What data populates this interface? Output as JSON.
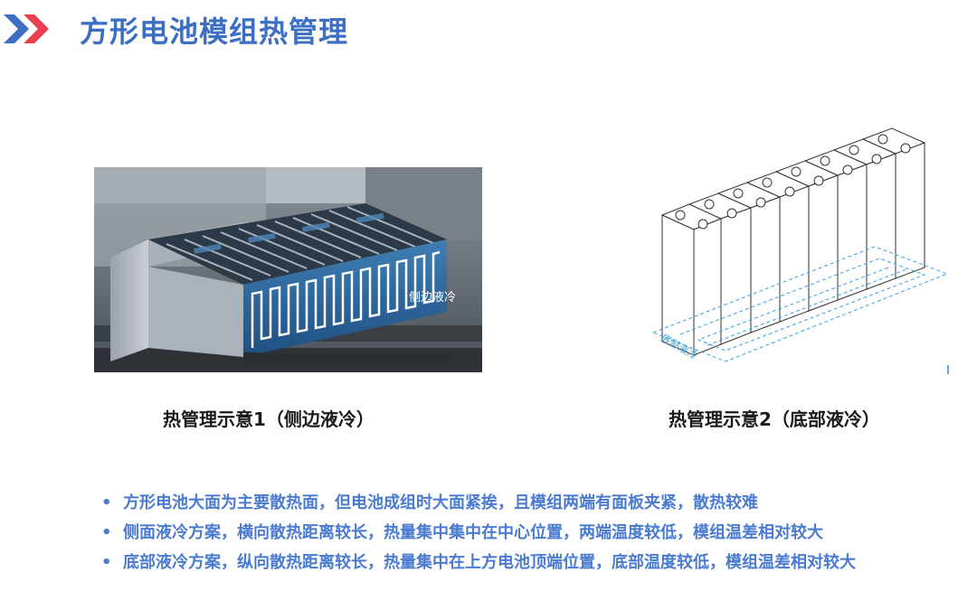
{
  "header": {
    "title": "方形电池模组热管理",
    "icon": "double-chevron-right-icon",
    "colors": {
      "chevron_primary": "#3c6fc4",
      "chevron_accent": "#e8404f",
      "title": "#3c6fc4"
    }
  },
  "figure1": {
    "overlay_label": "侧边液冷",
    "caption": "热管理示意1（侧边液冷）"
  },
  "figure2": {
    "overlay_label": "底部液冷",
    "caption": "热管理示意2（底部液冷）"
  },
  "bullets": [
    "方形电池大面为主要散热面，但电池成组时大面紧挨，且模组两端有面板夹紧，散热较难",
    "侧面液冷方案，横向散热距离较长，热量集中集中在中心位置，两端温度较低，模组温差相对较大",
    "底部液冷方案，纵向散热距离较长，热量集中在上方电池顶端位置，底部温度较低，模组温差相对较大"
  ],
  "bullet_marker": "•",
  "colors": {
    "bullet_text": "#4a7bd0",
    "caption": "#1a1a1a"
  }
}
